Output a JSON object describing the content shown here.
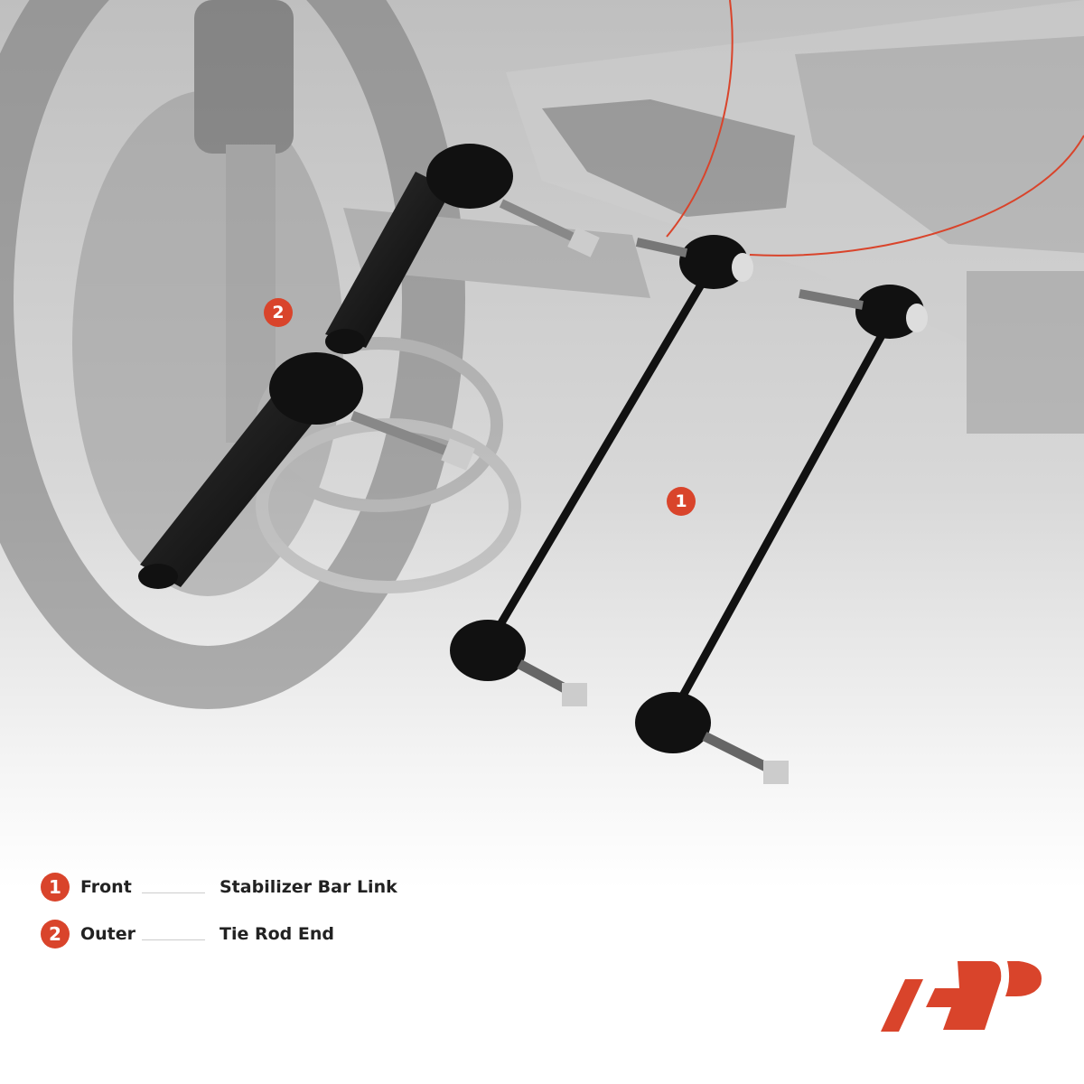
{
  "legend": [
    {
      "number": "1",
      "position": "Front",
      "part": "Stabilizer Bar Link"
    },
    {
      "number": "2",
      "position": "Outer",
      "part": "Tie Rod End"
    }
  ],
  "markers": {
    "stabilizer": "1",
    "tie_rod": "2"
  },
  "brand": {
    "logo_text": "AP",
    "color": "#d9442b"
  }
}
